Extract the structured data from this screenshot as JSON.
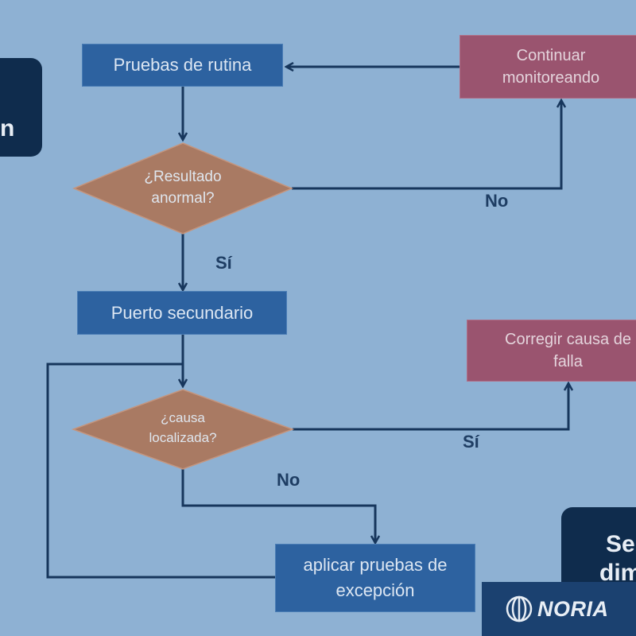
{
  "flow": {
    "routine_tests": "Pruebas de rutina",
    "continue_monitoring_line1": "Continuar",
    "continue_monitoring_line2": "monitoreando",
    "abnormal_line1": "¿Resultado",
    "abnormal_line2": "anormal?",
    "no_label_1": "No",
    "yes_label_1": "Sí",
    "secondary_port": "Puerto secundario",
    "fix_cause_line1": "Corregir causa de",
    "fix_cause_line2": "falla",
    "cause_line1": "¿causa",
    "cause_line2": "localizada?",
    "yes_label_2": "Sí",
    "no_label_2": "No",
    "exception_line1": "aplicar pruebas de",
    "exception_line2": "excepción"
  },
  "side_panels": {
    "left_fragment": "n",
    "right_line1": "Se",
    "right_line2": "dim"
  },
  "footer": {
    "brand": "NORIA"
  },
  "colors": {
    "background": "#8eb1d3",
    "process_box": "#2d62a0",
    "action_box": "#9a546f",
    "decision": "#a97a63",
    "connector": "#17365c",
    "panel": "#0f2c4d"
  }
}
